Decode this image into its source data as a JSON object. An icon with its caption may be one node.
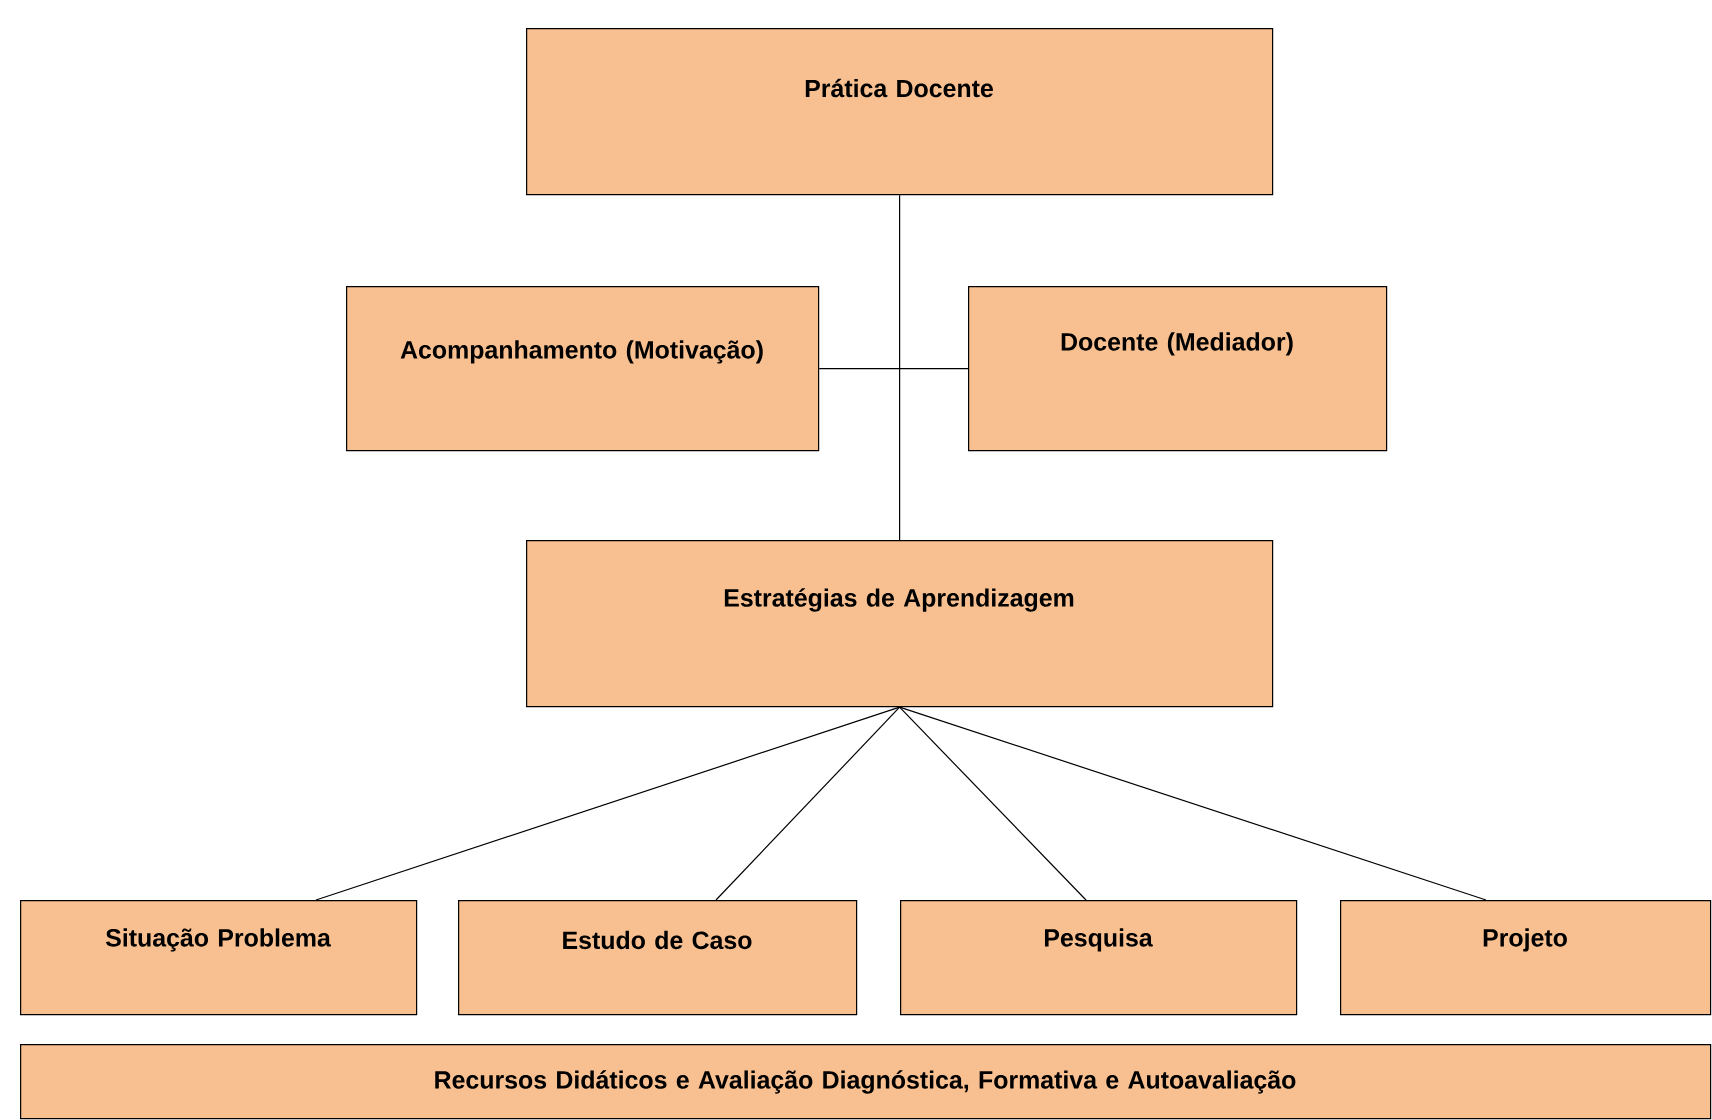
{
  "diagram": {
    "nodes": [
      {
        "text": [
          "Prática Docente"
        ]
      },
      {
        "text": [
          "Acompanhamento (Motivação)"
        ]
      },
      {
        "text": [
          "Docente (Mediador)"
        ]
      },
      {
        "text": [
          "Estratégias de Aprendizagem"
        ]
      },
      {
        "text": [
          "Situação Problema"
        ]
      },
      {
        "text": [
          "Estudo de Caso"
        ]
      },
      {
        "text": [
          "Pesquisa"
        ]
      },
      {
        "text": [
          "Projeto"
        ]
      },
      {
        "text": [
          "Recursos Didáticos e Avaliação Diagnóstica, Formativa e Autoavaliação"
        ]
      }
    ],
    "edges": [
      {
        "from": 0,
        "to": 3,
        "arrow": "none"
      },
      {
        "from": 1,
        "to": 2,
        "arrow": "none"
      },
      {
        "from": 3,
        "to": 4,
        "arrow": "none"
      },
      {
        "from": 3,
        "to": 5,
        "arrow": "none"
      },
      {
        "from": 3,
        "to": 6,
        "arrow": "none"
      },
      {
        "from": 3,
        "to": 7,
        "arrow": "none"
      }
    ]
  }
}
